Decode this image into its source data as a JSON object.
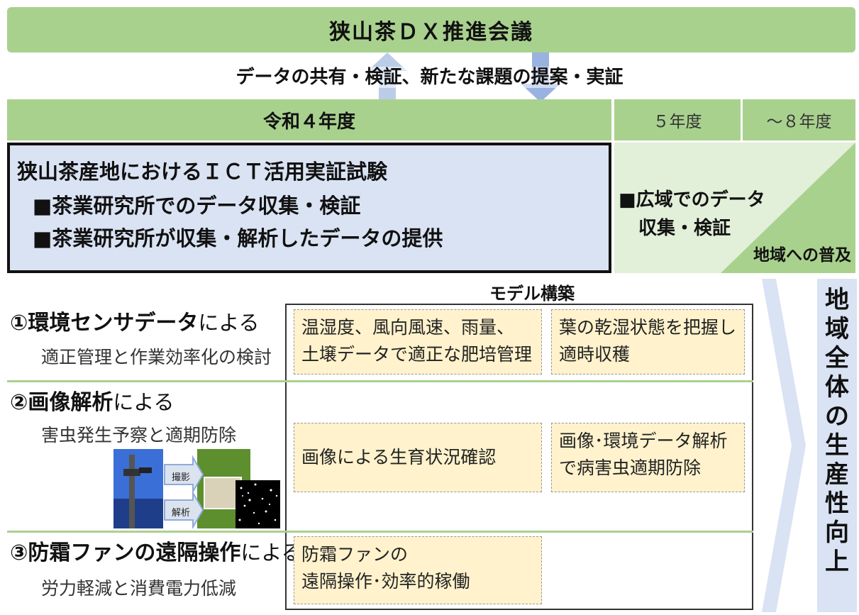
{
  "header": {
    "title": "狭山茶ＤＸ推進会議",
    "subtitle": "データの共有・検証、新たな課題の提案・実証"
  },
  "years": {
    "main": "令和４年度",
    "y5": "５年度",
    "y8": "～８年度"
  },
  "ict": {
    "title": "狭山茶産地におけるＩＣＴ活用実証試験",
    "items": [
      "■茶業研究所でのデータ収集・検証",
      "■茶業研究所が収集・解析したデータの提供"
    ]
  },
  "wide": {
    "line1": "■広域でのデータ",
    "line2": "収集・検証",
    "spread": "地域への普及"
  },
  "model": {
    "title": "モデル構築"
  },
  "rows": [
    {
      "label_bold": "①環境センサデータ",
      "label_rest": "による",
      "sub": "適正管理と作業効率化の検討",
      "box1_l1": "温湿度、風向風速、雨量、",
      "box1_l2": "土壌データで適正な肥培管理",
      "box2_l1": "葉の乾湿状態を把握し",
      "box2_l2": "適時収穫"
    },
    {
      "label_bold": "②画像解析",
      "label_rest": "による",
      "sub": "害虫発生予察と適期防除",
      "box1_l1": "画像による生育状況確認",
      "box2_l1": "画像･環境データ解析",
      "box2_l2": "で病害虫適期防除",
      "photo_tag1": "撮影",
      "photo_tag2": "解析"
    },
    {
      "label_bold": "③防霜ファンの遠隔操作",
      "label_rest": "による",
      "sub": "労力軽減と消費電力低減",
      "box1_l1": "防霜ファンの",
      "box1_l2": "遠隔操作･効率的稼働"
    }
  ],
  "result": {
    "chars": [
      "地",
      "域",
      "全",
      "体",
      "の",
      "生",
      "産",
      "性",
      "向",
      "上"
    ]
  },
  "colors": {
    "green": "#a9d18e",
    "light_green": "#e2efd9",
    "blue": "#dae3f3",
    "note": "#fff2cc"
  }
}
